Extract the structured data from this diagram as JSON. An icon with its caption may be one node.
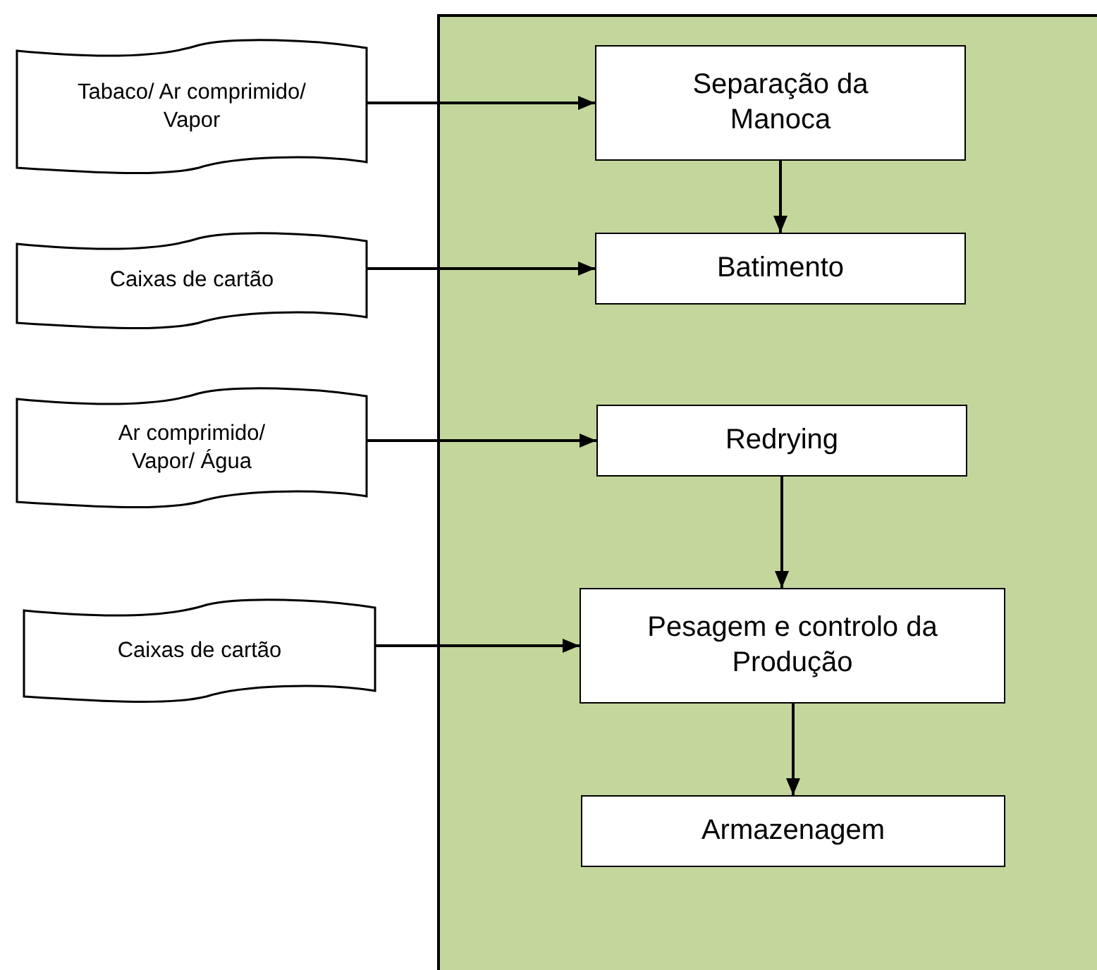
{
  "diagram": {
    "nodes": [
      {
        "text": [],
        "shape": "box"
      },
      {
        "text": [
          "Separação da Manoca"
        ],
        "in": 0
      },
      {
        "text": [
          "Batimento"
        ],
        "in": 0
      },
      {
        "text": [
          "Redrying"
        ],
        "in": 0
      },
      {
        "text": [
          "Pesagem e controlo da Produção"
        ],
        "in": 0
      },
      {
        "text": [
          "Armazenagem"
        ],
        "in": 0
      },
      {
        "text": [
          "Tabaco/ Ar comprimido/ Vapor"
        ]
      },
      {
        "text": [
          "Caixas de cartão"
        ]
      },
      {
        "text": [
          "Ar comprimido/ Vapor/ Água"
        ]
      },
      {
        "text": [
          "Caixas de cartão"
        ]
      }
    ],
    "edges": [
      {
        "from": 6,
        "to": 1,
        "arrow": "to"
      },
      {
        "from": 1,
        "to": 2,
        "arrow": "to"
      },
      {
        "from": 7,
        "to": 2,
        "arrow": "to"
      },
      {
        "from": 8,
        "to": 3,
        "arrow": "to"
      },
      {
        "from": 3,
        "to": 4,
        "arrow": "to"
      },
      {
        "from": 9,
        "to": 4,
        "arrow": "to"
      },
      {
        "from": 4,
        "to": 5,
        "arrow": "to"
      }
    ]
  }
}
